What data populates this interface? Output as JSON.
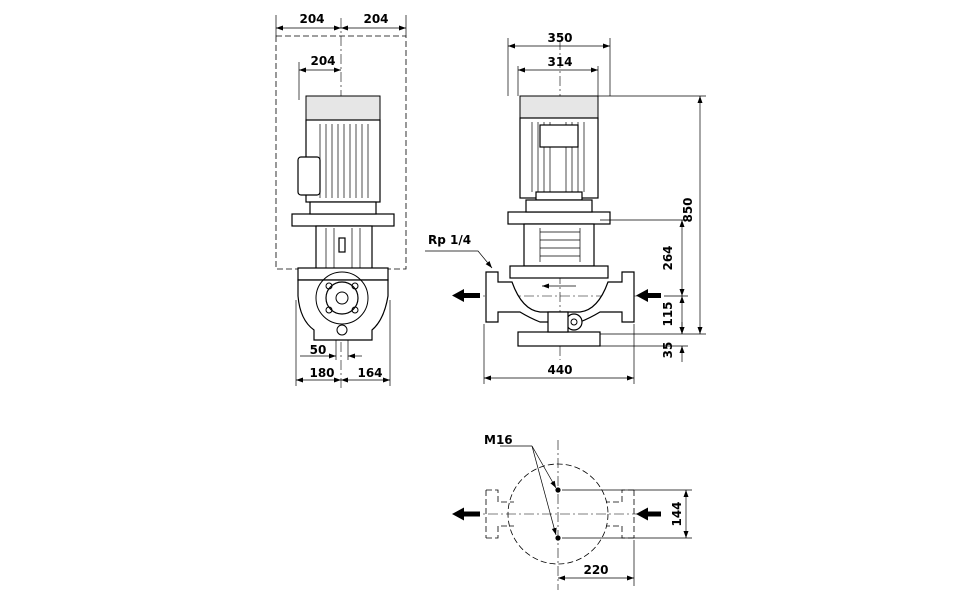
{
  "side_view": {
    "dims": {
      "w_left_top": "204",
      "w_right_top": "204",
      "w_motor_half": "204",
      "port": "50",
      "base_left": "180",
      "base_right": "164"
    }
  },
  "front_view": {
    "dims": {
      "w_outer": "350",
      "w_inner": "314",
      "height_total": "850",
      "height_coupling": "264",
      "height_axis": "115",
      "height_base": "35",
      "length": "440"
    },
    "connection_label": "Rp 1/4"
  },
  "plan_view": {
    "bolt_label": "M16",
    "dims": {
      "bolt_spacing": "144",
      "bolt_offset": "220"
    }
  }
}
